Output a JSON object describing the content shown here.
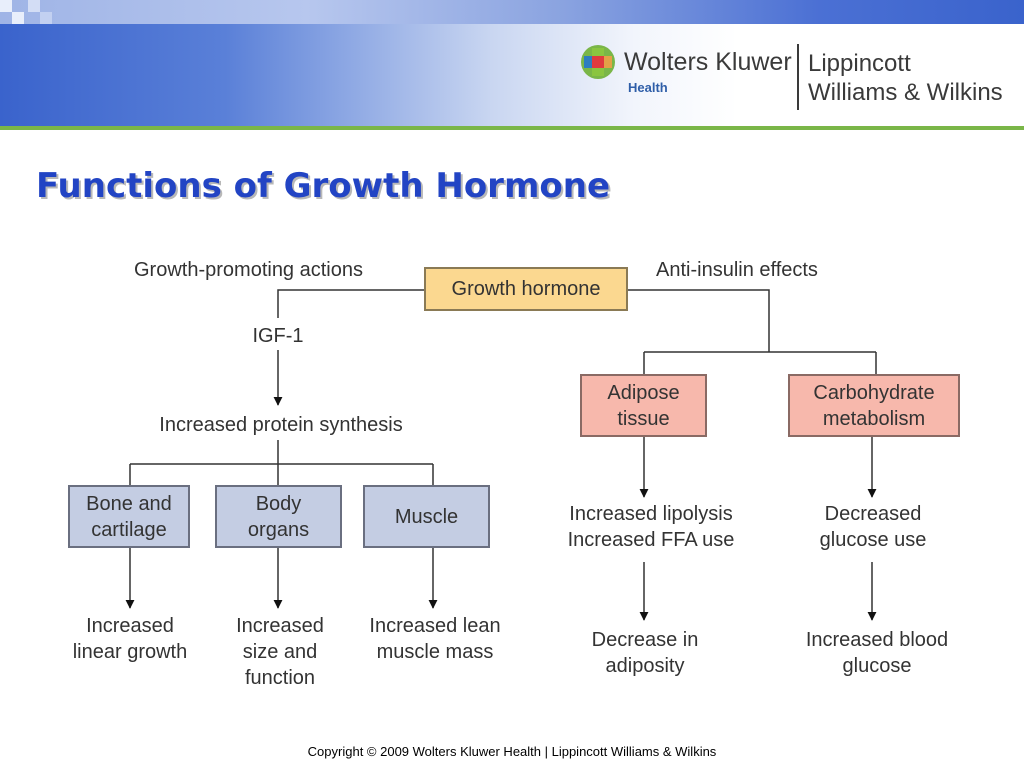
{
  "header": {
    "brand_name": "Wolters Kluwer",
    "brand_sub": "Health",
    "partner_line1": "Lippincott",
    "partner_line2": "Williams & Wilkins"
  },
  "slide": {
    "title": "Functions of Growth Hormone"
  },
  "diagram": {
    "root": "Growth hormone",
    "left_branch_label": "Growth-promoting actions",
    "right_branch_label": "Anti-insulin effects",
    "mediator": "IGF-1",
    "left_effect": "Increased protein synthesis",
    "targets_left": [
      {
        "box": "Bone and cartilage",
        "outcome": "Increased linear growth"
      },
      {
        "box": "Body organs",
        "outcome": "Increased size and function"
      },
      {
        "box": "Muscle",
        "outcome": "Increased lean muscle mass"
      }
    ],
    "targets_right": [
      {
        "box": "Adipose tissue",
        "effect": "Increased lipolysis Increased FFA use",
        "outcome": "Decrease in adiposity"
      },
      {
        "box": "Carbohydrate metabolism",
        "effect": "Decreased glucose use",
        "outcome": "Increased blood glucose"
      }
    ]
  },
  "footer": {
    "copyright": "Copyright © 2009 Wolters Kluwer Health | Lippincott Williams & Wilkins"
  },
  "colors": {
    "title": "#2244c4",
    "root_box": "#fbd890",
    "right_boxes": "#f7b8ac",
    "left_boxes": "#c4cde3",
    "accent_rule": "#7ab648"
  }
}
